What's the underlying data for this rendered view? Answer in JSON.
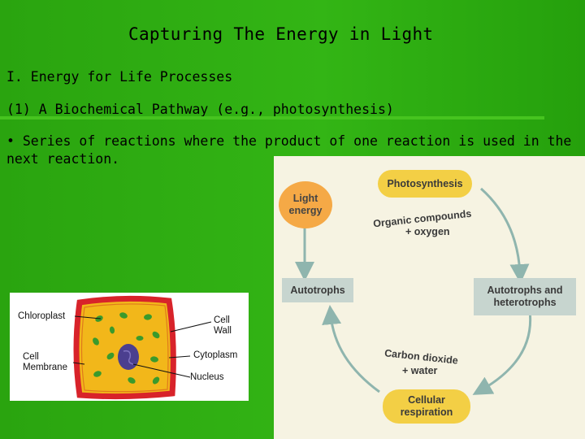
{
  "slide": {
    "title": "Capturing The Energy in Light",
    "heading": "I. Energy for Life Processes",
    "subheading": "(1) A Biochemical Pathway (e.g., photosynthesis)",
    "bullet": "• Series of reactions where the product of one reaction is used in the next reaction."
  },
  "cell_diagram": {
    "labels": {
      "chloroplast": "Chloroplast",
      "cell_wall_line1": "Cell",
      "cell_wall_line2": "Wall",
      "cytoplasm": "Cytoplasm",
      "membrane_line1": "Cell",
      "membrane_line2": "Membrane",
      "nucleus": "Nucleus"
    },
    "colors": {
      "wall": "#d8232a",
      "cytoplasm": "#f2b71a",
      "chloroplast": "#3a9a2c",
      "nucleus": "#4b3f8f"
    }
  },
  "cycle_diagram": {
    "photosynthesis": "Photosynthesis",
    "light_energy_line1": "Light",
    "light_energy_line2": "energy",
    "organic_compounds": "Organic compounds",
    "plus_oxygen": "+ oxygen",
    "autotrophs": "Autotrophs",
    "autotrophs_and_line1": "Autotrophs and",
    "autotrophs_and_line2": "heterotrophs",
    "carbon_dioxide": "Carbon dioxide",
    "plus_water": "+ water",
    "cellular_line1": "Cellular",
    "cellular_line2": "respiration",
    "colors": {
      "pill": "#f3cf45",
      "box": "#c7d5cf",
      "light": "#f5a946",
      "arrow": "#8fb5ae"
    }
  }
}
